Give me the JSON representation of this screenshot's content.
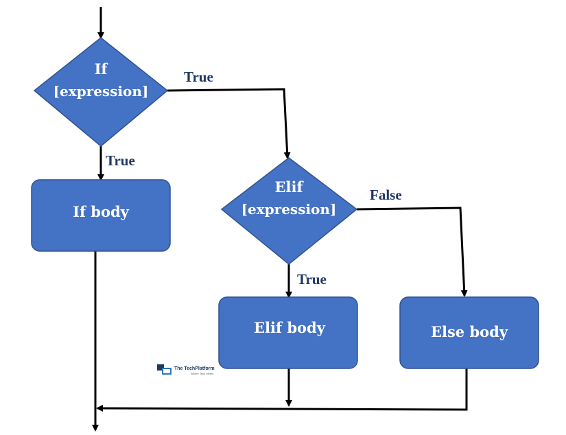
{
  "diagram": {
    "nodes": {
      "if_decision": {
        "line1": "If",
        "line2": "[expression]"
      },
      "if_body": {
        "label": "If body"
      },
      "elif_decision": {
        "line1": "Elif",
        "line2": "[expression]"
      },
      "elif_body": {
        "label": "Elif body"
      },
      "else_body": {
        "label": "Else body"
      }
    },
    "edges": {
      "if_false_to_elif": "True",
      "if_true_to_body": "True",
      "elif_false_to_else": "False",
      "elif_true_to_body": "True"
    },
    "logo": {
      "name": "The TechPlatform",
      "tagline": "Where Tech Meets"
    }
  },
  "colors": {
    "node_fill": "#4472c4",
    "node_stroke": "#2f528f",
    "line": "#000000",
    "label": "#1f3864"
  }
}
